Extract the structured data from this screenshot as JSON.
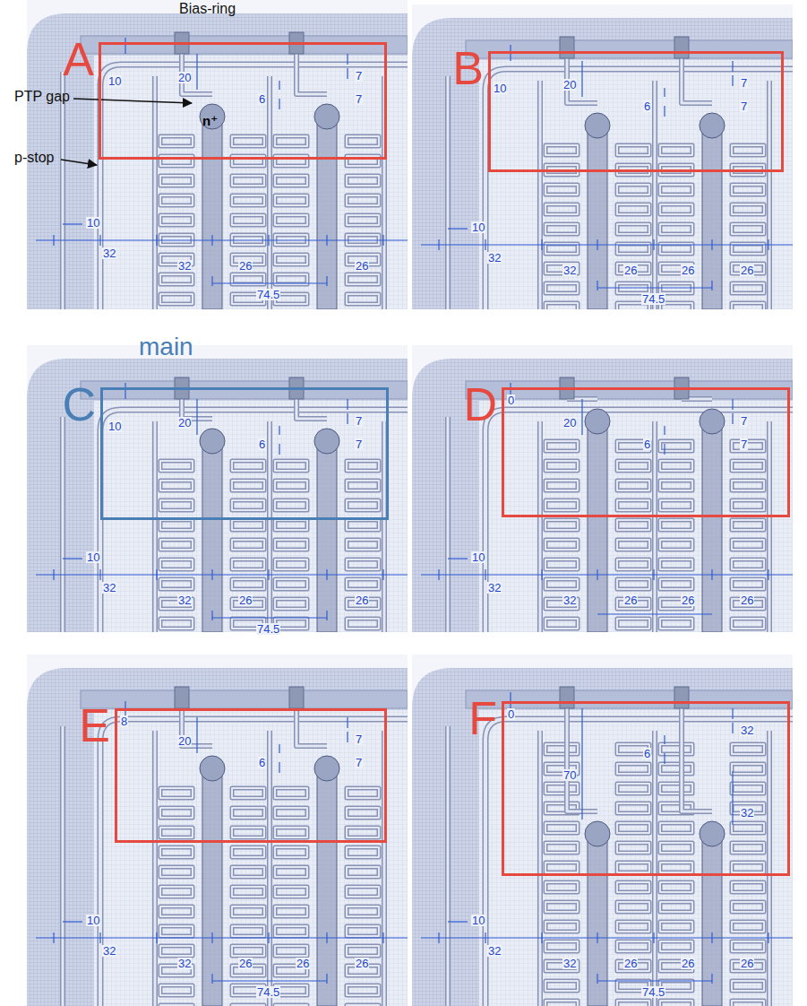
{
  "diagram": {
    "nodes": [
      {
        "text": [
          "A"
        ]
      },
      {
        "text": [
          "B"
        ]
      },
      {
        "text": [
          "C",
          "main"
        ]
      },
      {
        "text": [
          "D"
        ]
      },
      {
        "text": [
          "E"
        ]
      },
      {
        "text": [
          "F"
        ]
      }
    ],
    "labels": [
      "Bias-ring",
      "PTP gap",
      "p-stop",
      "n⁺",
      "10",
      "20",
      "7",
      "6",
      "7",
      "10",
      "32",
      "32",
      "26",
      "26",
      "74.5",
      "10",
      "20",
      "7",
      "6",
      "7",
      "10",
      "32",
      "32",
      "26",
      "26",
      "26",
      "74.5",
      "10",
      "20",
      "7",
      "6",
      "7",
      "10",
      "32",
      "32",
      "26",
      "26",
      "74.5",
      "0",
      "20",
      "7",
      "6",
      "7",
      "10",
      "32",
      "32",
      "26",
      "26",
      "26",
      "8",
      "20",
      "7",
      "6",
      "7",
      "10",
      "32",
      "32",
      "26",
      "26",
      "26",
      "74.5",
      "0",
      "70",
      "32",
      "6",
      "32",
      "10",
      "32",
      "32",
      "26",
      "26",
      "26",
      "74.5"
    ]
  }
}
